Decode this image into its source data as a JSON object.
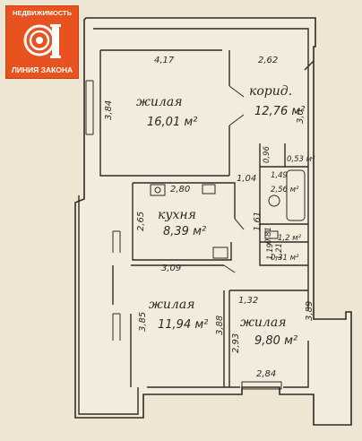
{
  "logo": {
    "top_text": "НЕДВИЖИМОСТЬ",
    "bottom_text": "ЛИНИЯ ЗАКОНА",
    "color": "#e8521f"
  },
  "rooms": {
    "living1": {
      "name": "жилая",
      "area": "16,01 м²"
    },
    "corridor": {
      "name": "корид.",
      "area": "12,76 м²"
    },
    "kitchen": {
      "name": "кухня",
      "area": "8,39 м²"
    },
    "living2": {
      "name": "жилая",
      "area": "11,94 м²"
    },
    "living3": {
      "name": "жилая",
      "area": "9,80 м²"
    },
    "bath": {
      "area": "2,56 м²"
    },
    "wc1": {
      "area": "0,53 м²"
    },
    "closet1": {
      "area": "1,2 м²"
    },
    "closet2": {
      "area": "0,31 м²"
    }
  },
  "dimensions": {
    "d_417": "4,17",
    "d_262": "2,62",
    "d_384": "3,84",
    "d_30": "3,0",
    "d_104": "1,04",
    "d_280": "2,80",
    "d_265": "2,65",
    "d_309": "3,09",
    "d_161": "1,61",
    "d_081": "0,81",
    "d_132": "1,32",
    "d_385": "3,85",
    "d_388": "3,88",
    "d_293": "2,93",
    "d_389": "3,89",
    "d_284": "2,84",
    "d_149": "1,49",
    "d_096": "0,96",
    "d_119": "1,19",
    "d_121": "1,21"
  }
}
